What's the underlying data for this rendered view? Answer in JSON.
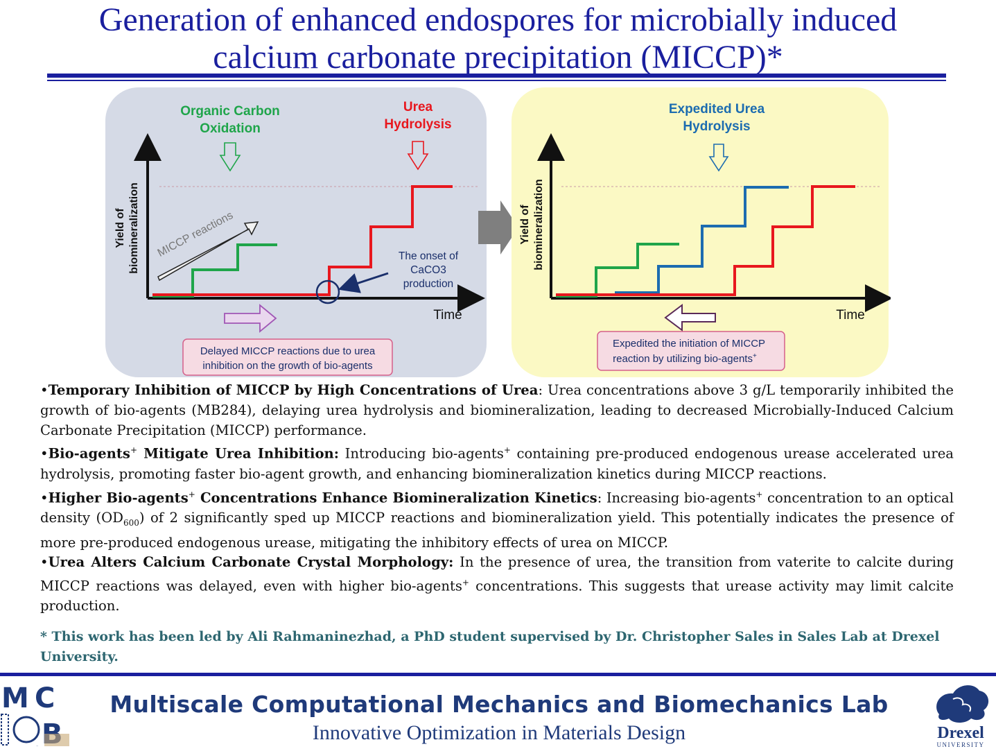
{
  "header": {
    "title_line1": "Generation of enhanced endospores for microbially induced",
    "title_line2": "calcium carbonate precipitation (MICCP)*"
  },
  "figure": {
    "left_panel": {
      "label_oxidation_1": "Organic Carbon",
      "label_oxidation_2": "Oxidation",
      "label_hydrolysis_1": "Urea",
      "label_hydrolysis_2": "Hydrolysis",
      "ylabel_1": "Yield of",
      "ylabel_2": "biomineralization",
      "xlabel": "Time",
      "diagonal_label": "MICCP reactions",
      "onset_1": "The onset of",
      "onset_2": "CaCO3",
      "onset_3": "production",
      "note_1": "Delayed MICCP reactions due to urea",
      "note_2": "inhibition on the growth of bio-agents"
    },
    "right_panel": {
      "label_hydrolysis_1": "Expedited Urea",
      "label_hydrolysis_2": "Hydrolysis",
      "ylabel_1": "Yield of",
      "ylabel_2": "biomineralization",
      "xlabel": "Time",
      "note_1": "Expedited the initiation of MICCP",
      "note_2": "reaction by utilizing bio-agents",
      "note_sup": "+"
    },
    "colors": {
      "left_bg": "#d5dae6",
      "right_bg": "#fbf9c4",
      "green": "#1fa54a",
      "red": "#e8171e",
      "blue": "#1c6cb0",
      "note_bg": "#f6dbe3",
      "note_border": "#d5608a",
      "title_blue": "#1a1f9e"
    }
  },
  "bullets": [
    {
      "head": "Temporary Inhibition of MICCP by High Concentrations of Urea",
      "body": ": Urea concentrations above 3 g/L temporarily inhibited the growth of bio-agents (MB284), delaying urea hydrolysis and biomineralization, leading to decreased Microbially-Induced Calcium Carbonate Precipitation (MICCP) performance."
    },
    {
      "head_a": "Bio-agents",
      "sup": "+",
      "head_b": " Mitigate Urea Inhibition:",
      "body_a": " Introducing bio-agents",
      "body_b": " containing pre-produced endogenous urease accelerated urea hydrolysis, promoting faster bio-agent growth, and enhancing biomineralization kinetics during MICCP reactions."
    },
    {
      "head_a": "Higher Bio-agents",
      "head_b": " Concentrations Enhance Biomineralization Kinetics",
      "body_a": ": Increasing bio-agents",
      "body_b": " concentration to an optical density (OD",
      "sub": "600",
      "body_c": ") of 2 significantly sped up MICCP reactions and biomineralization yield. This potentially indicates the presence of more pre-produced endogenous urease, mitigating the inhibitory effects of urea on MICCP."
    },
    {
      "head": "Urea Alters Calcium Carbonate Crystal Morphology:",
      "body_a": " In the presence of urea, the transition from vaterite to calcite during MICCP reactions was delayed, even with higher bio-agents",
      "body_b": " concentrations. This suggests that urease activity may limit calcite production."
    }
  ],
  "bullet_mark": "•",
  "credit": "* This work has been led by Ali Rahmaninezhad, a PhD student supervised by Dr. Christopher Sales in Sales Lab at Drexel University.",
  "footer": {
    "lab_name": "Multiscale Computational Mechanics and Biomechanics Lab",
    "tagline": "Innovative Optimization in Materials Design",
    "logo_left_text": "MCMB",
    "logo_right_text_1": "Drexel",
    "logo_right_text_2": "UNIVERSITY"
  }
}
